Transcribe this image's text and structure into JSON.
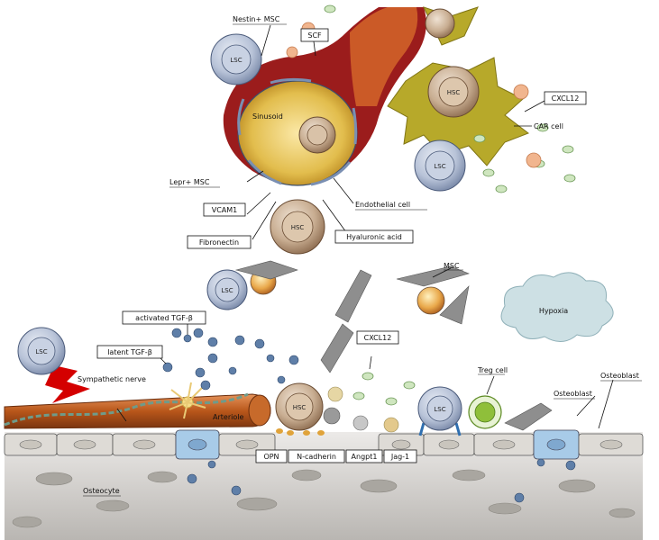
{
  "labels": {
    "nestin_msc": "Nestin+ MSC",
    "scf": "SCF",
    "lepr_msc": "Lepr+ MSC",
    "vcam1": "VCAM1",
    "fibronectin": "Fibronectin",
    "hyaluronic_acid": "Hyaluronic acid",
    "endothelial_cell": "Endothelial cell",
    "sinusoid": "Sinusoid",
    "cxcl12_top": "CXCL12",
    "car_cell": "CAR cell",
    "msc": "MSC",
    "hypoxia": "Hypoxia",
    "activated_tgfb": "activated TGF-β",
    "latent_tgfb": "latent TGF-β",
    "sympathetic_nerve": "Sympathetic nerve",
    "arteriole": "Arteriole",
    "cxcl12_mid": "CXCL12",
    "treg_cell": "Treg cell",
    "osteoblast_a": "Osteoblast",
    "osteoblast_b": "Osteoblast",
    "opn": "OPN",
    "n_cadherin": "N-cadherin",
    "angpt1": "Angpt1",
    "jag1": "Jag-1",
    "osteocyte": "Osteocyte"
  },
  "cells": {
    "lsc": "LSC",
    "hsc": "HSC"
  },
  "colors": {
    "lsc_fill": "#a9b7cf",
    "hsc_fill": "#c7ad93",
    "car_cell": "#b7a92a",
    "sinusoid_wall": "#9b1c1c",
    "sinusoid_inner": "#e6c65e",
    "arteriole": "#b8561a",
    "hypoxia": "#cde0e4",
    "treg": "#8fbf3a",
    "lightning": "#d40000",
    "bone": "#d9d7d4",
    "osteoblast_box": "#a8cbe8",
    "cxcl12_dot": "#cfe6bf",
    "scf_dot": "#f1b58e"
  },
  "icons": [
    "lightning-bolt-icon",
    "neuron-icon"
  ]
}
